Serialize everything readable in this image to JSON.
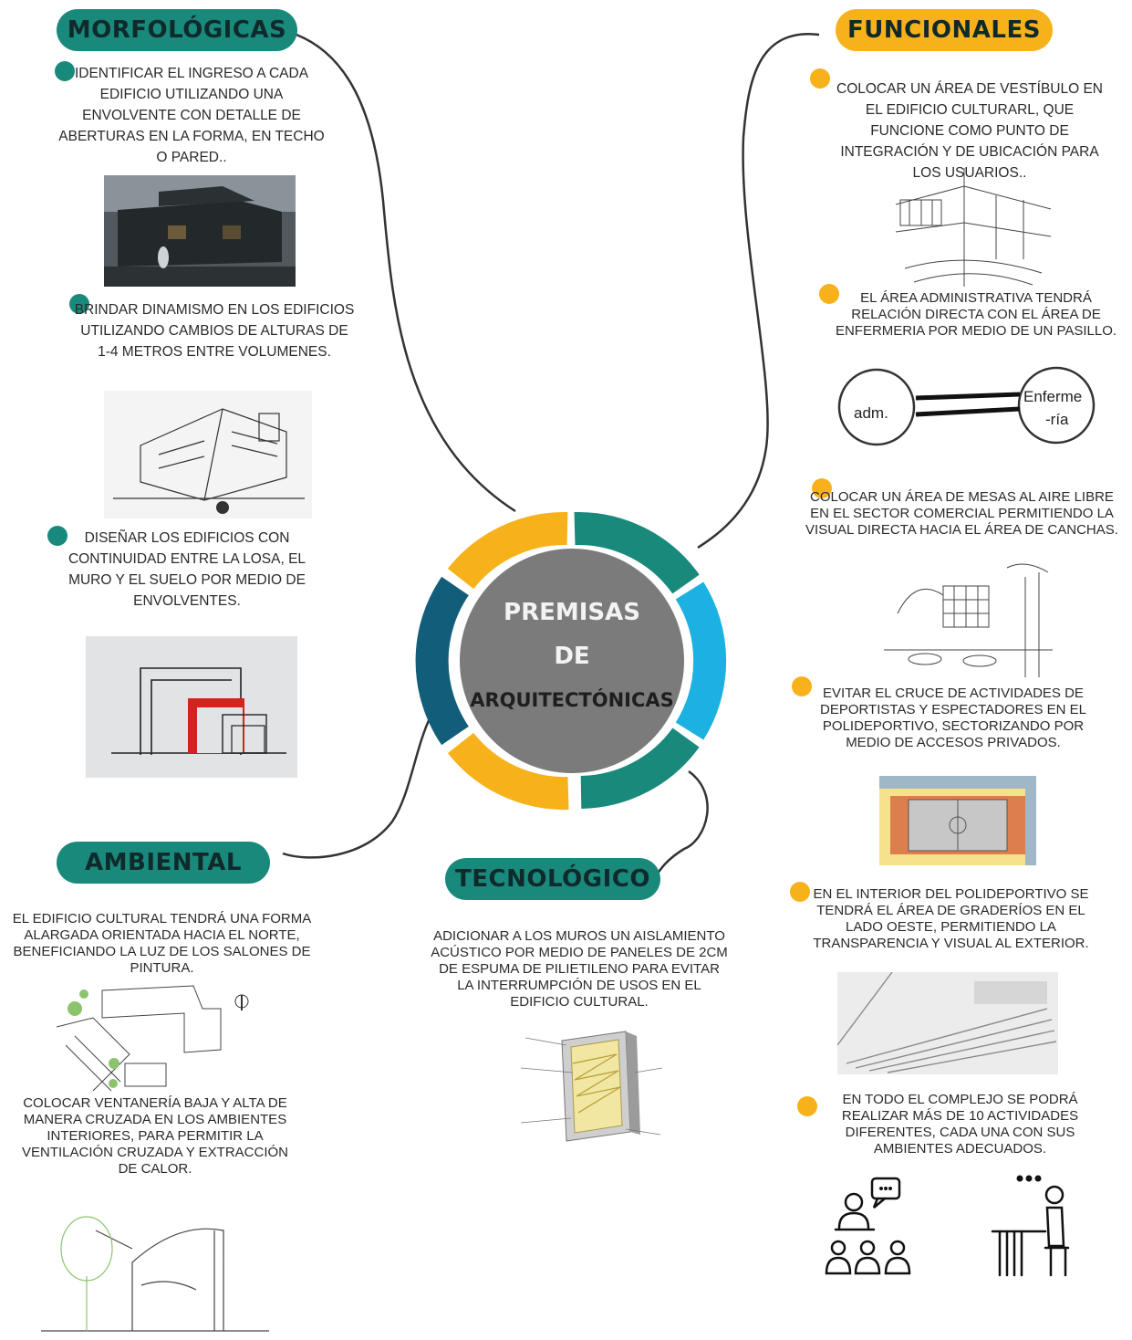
{
  "center": {
    "line1": "PREMISAS",
    "line2": "DE",
    "line3": "ARQUITECTÓNICAS",
    "colors": {
      "circle": "#7b7b7b",
      "ring_teal": "#19897c",
      "ring_yellow": "#f7b21b",
      "ring_cyan": "#1cb1e1",
      "ring_navy": "#125e7a"
    }
  },
  "morfologicas": {
    "title": "MORFOLÓGICAS",
    "items": [
      "IDENTIFICAR EL INGRESO A CADA EDIFICIO UTILIZANDO UNA ENVOLVENTE CON DETALLE DE ABERTURAS EN LA FORMA, EN TECHO O PARED..",
      "BRINDAR DINAMISMO EN LOS EDIFICIOS UTILIZANDO CAMBIOS DE ALTURAS DE 1-4 METROS ENTRE VOLUMENES.",
      "DISEÑAR LOS EDIFICIOS CON CONTINUIDAD ENTRE LA LOSA, EL MURO Y EL SUELO POR MEDIO DE ENVOLVENTES."
    ]
  },
  "funcionales": {
    "title": "FUNCIONALES",
    "items": [
      "COLOCAR UN ÁREA DE VESTÍBULO EN EL EDIFICIO CULTURARL, QUE FUNCIONE COMO PUNTO DE INTEGRACIÓN Y DE UBICACIÓN PARA LOS USUARIOS..",
      "EL ÁREA ADMINISTRATIVA TENDRÁ RELACIÓN DIRECTA CON EL ÁREA DE ENFERMERIA POR MEDIO DE UN PASILLO.",
      "COLOCAR UN ÁREA DE MESAS AL AIRE LIBRE EN EL SECTOR COMERCIAL PERMITIENDO LA VISUAL DIRECTA HACIA EL ÁREA DE CANCHAS.",
      "EVITAR EL CRUCE DE ACTIVIDADES DE DEPORTISTAS Y ESPECTADORES EN EL POLIDEPORTIVO, SECTORIZANDO POR MEDIO DE ACCESOS PRIVADOS.",
      "EN EL INTERIOR DEL POLIDEPORTIVO SE TENDRÁ EL ÁREA DE GRADERÍOS EN EL LADO OESTE, PERMITIENDO LA TRANSPARENCIA Y VISUAL AL EXTERIOR.",
      "EN TODO EL COMPLEJO SE PODRÁ REALIZAR MÁS DE 10 ACTIVIDADES DIFERENTES, CADA UNA CON SUS AMBIENTES ADECUADOS."
    ],
    "diagram": {
      "left": "adm.",
      "right_line1": "Enferme",
      "right_line2": "-ría"
    }
  },
  "ambiental": {
    "title": "AMBIENTAL",
    "items": [
      "EL EDIFICIO CULTURAL TENDRÁ UNA FORMA ALARGADA ORIENTADA HACIA EL NORTE, BENEFICIANDO LA LUZ DE LOS SALONES DE PINTURA.",
      "COLOCAR VENTANERÍA BAJA Y ALTA DE MANERA CRUZADA EN LOS AMBIENTES INTERIORES, PARA PERMITIR LA VENTILACIÓN CRUZADA Y EXTRACCIÓN DE CALOR."
    ]
  },
  "tecnologico": {
    "title": "TECNOLÓGICO",
    "items": [
      "ADICIONAR A LOS MUROS UN AISLAMIENTO ACÚSTICO POR MEDIO DE PANELES DE 2CM DE ESPUMA DE PILIETILENO PARA EVITAR LA INTERRUMPCIÓN DE USOS EN EL EDIFICIO CULTURAL."
    ]
  }
}
